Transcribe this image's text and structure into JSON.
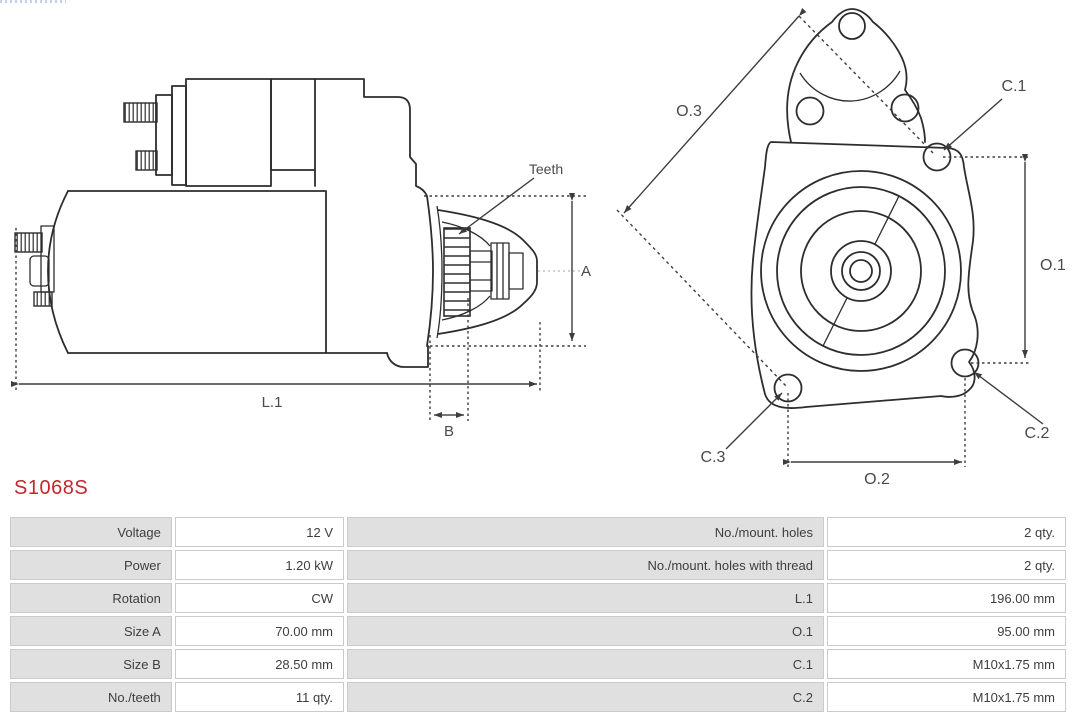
{
  "part_number": "S1068S",
  "colors": {
    "part_number": "#c1272d",
    "drawing_line": "#2d2d2d",
    "dimension_line": "#3d3d3d",
    "label_text": "#4a4a4a",
    "table_label_bg": "#e0e0e0",
    "table_border": "#cbcbcb",
    "table_text": "#3e3e3e"
  },
  "diagram": {
    "side_view": {
      "labels": {
        "teeth": "Teeth",
        "a": "A",
        "b": "B",
        "l1": "L.1"
      }
    },
    "front_view": {
      "labels": {
        "o1": "O.1",
        "o2": "O.2",
        "o3": "O.3",
        "c1": "C.1",
        "c2": "C.2",
        "c3": "C.3"
      }
    }
  },
  "table": {
    "rows": [
      {
        "label_left": "Voltage",
        "value_left": "12 V",
        "label_right": "No./mount. holes",
        "value_right": "2 qty."
      },
      {
        "label_left": "Power",
        "value_left": "1.20 kW",
        "label_right": "No./mount. holes with thread",
        "value_right": "2 qty."
      },
      {
        "label_left": "Rotation",
        "value_left": "CW",
        "label_right": "L.1",
        "value_right": "196.00 mm"
      },
      {
        "label_left": "Size A",
        "value_left": "70.00 mm",
        "label_right": "O.1",
        "value_right": "95.00 mm"
      },
      {
        "label_left": "Size B",
        "value_left": "28.50 mm",
        "label_right": "C.1",
        "value_right": "M10x1.75 mm"
      },
      {
        "label_left": "No./teeth",
        "value_left": "11 qty.",
        "label_right": "C.2",
        "value_right": "M10x1.75 mm"
      }
    ]
  }
}
